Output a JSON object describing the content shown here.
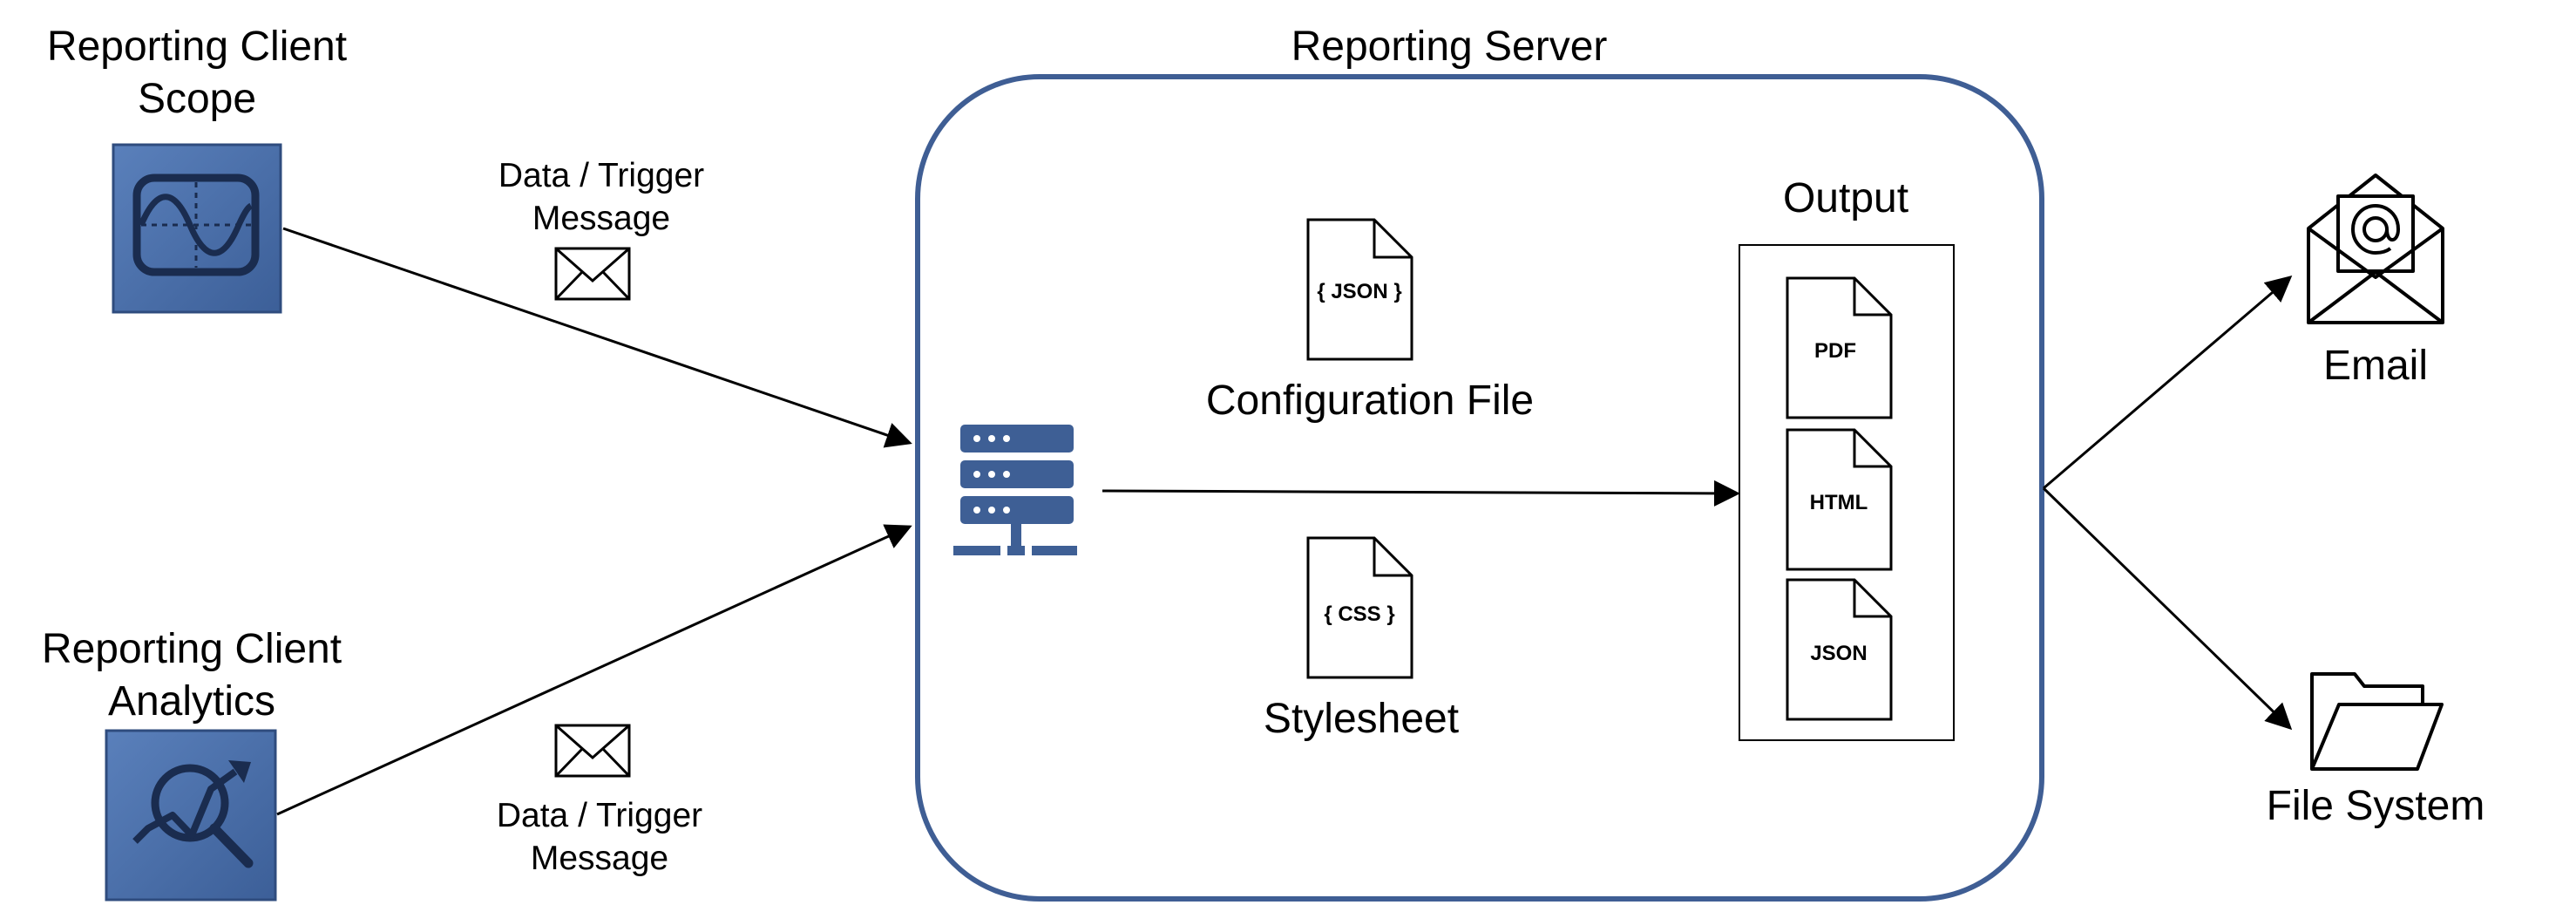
{
  "clients": {
    "scope": {
      "line1": "Reporting Client",
      "line2": "Scope"
    },
    "analytics": {
      "line1": "Reporting Client",
      "line2": "Analytics"
    }
  },
  "messages": {
    "top": {
      "line1": "Data / Trigger",
      "line2": "Message"
    },
    "bottom": {
      "line1": "Data / Trigger",
      "line2": "Message"
    }
  },
  "server": {
    "title": "Reporting Server",
    "config_file": {
      "label": "Configuration File",
      "doc_text": "{ JSON }"
    },
    "stylesheet": {
      "label": "Stylesheet",
      "doc_text": "{ CSS }"
    },
    "output": {
      "title": "Output",
      "files": [
        "PDF",
        "HTML",
        "JSON"
      ]
    }
  },
  "destinations": {
    "email": "Email",
    "file_system": "File System"
  },
  "colors": {
    "server_border": "#3f5e94",
    "server_icon": "#3e5f95",
    "client_icon_bg": "#4a6fa8",
    "client_icon_fg": "#1a2c4f",
    "line": "#000000"
  }
}
